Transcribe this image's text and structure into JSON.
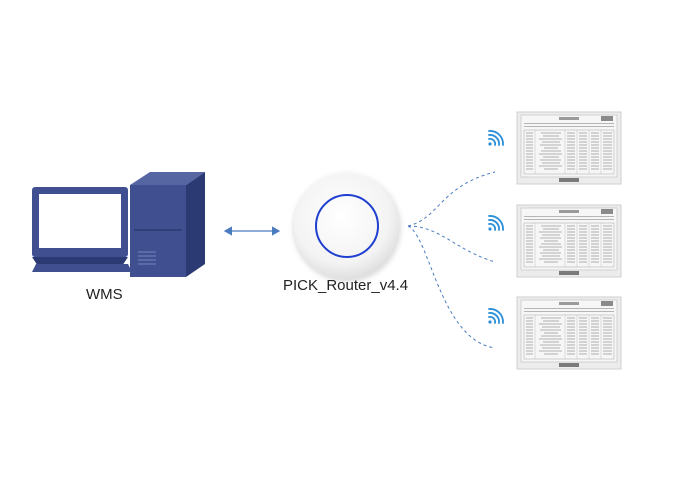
{
  "nodes": {
    "wms": {
      "label": "WMS"
    },
    "router": {
      "label": "PICK_Router_v4.4"
    }
  },
  "displays": {
    "count": 3
  },
  "colors": {
    "computer_body": "#3f4f8f",
    "computer_dark": "#2c3a73",
    "screen": "#ffffff",
    "link_arrow": "#4a7bbf",
    "router_ring": "#1e3fd0",
    "wifi": "#2a8fd8",
    "signal_line": "#4a7bbf"
  }
}
